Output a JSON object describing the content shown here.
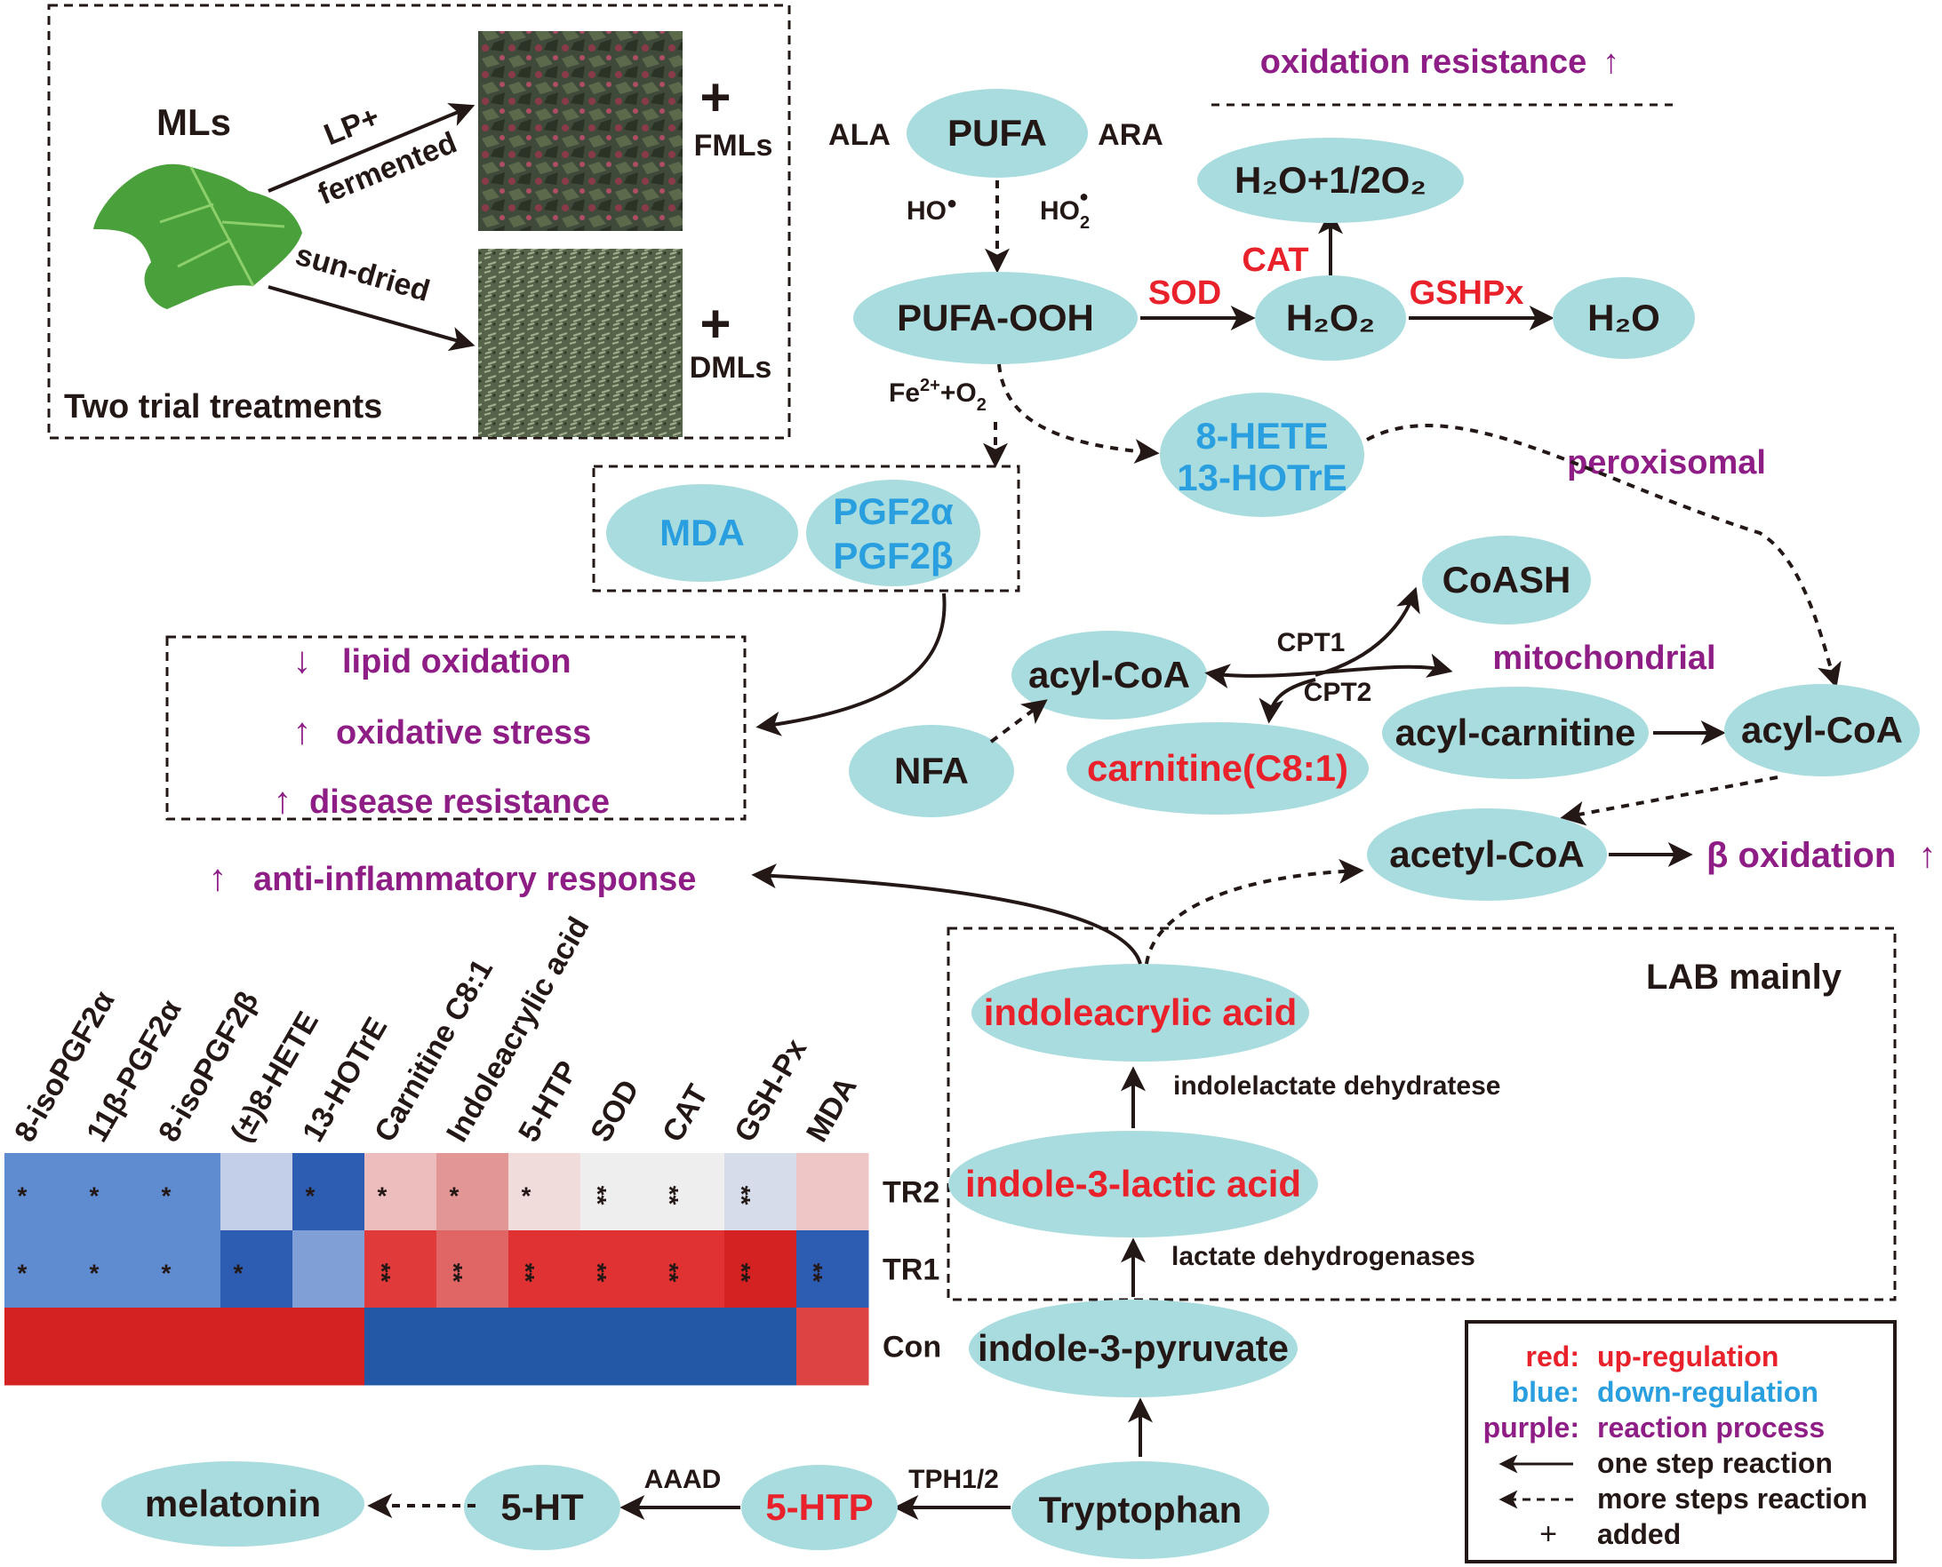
{
  "treatments": {
    "ml_label": "MLs",
    "arrow_top_1": "LP+",
    "arrow_top_2": "fermented",
    "arrow_bottom": "sun-dried",
    "fml_label": "FMLs",
    "dml_label": "DMLs",
    "plus": "+",
    "caption": "Two trial treatments"
  },
  "pufa": {
    "ala": "ALA",
    "ara": "ARA",
    "pufa": "PUFA",
    "ho": "HO",
    "ho2": "HO",
    "ho2_sub": "2",
    "pufa_ooh": "PUFA-OOH",
    "fe_label": "Fe",
    "fe_sup": "2+",
    "fe_plus_o": "+O",
    "o2_sub": "2",
    "sod": "SOD",
    "cat": "CAT",
    "gshpx": "GSHPx",
    "h2o2": "H₂O₂",
    "h2o": "H₂O",
    "h2o_half_o2": "H₂O+1/2O₂",
    "oxidation_resistance": "oxidation resistance",
    "mda": "MDA",
    "pgf2a": "PGF2α",
    "pgf2b": "PGF2β",
    "hete": "8-HETE",
    "hotre": "13-HOTrE",
    "peroxisomal": "peroxisomal"
  },
  "effects": {
    "lipid_oxidation": "lipid oxidation",
    "oxidative_stress": "oxidative stress",
    "disease_resistance": "disease resistance",
    "anti_inflammatory": "anti-inflammatory response"
  },
  "fatty": {
    "coash": "CoASH",
    "cpt1": "CPT1",
    "cpt2": "CPT2",
    "acyl_coa_left": "acyl-CoA",
    "mitochondrial": "mitochondrial",
    "nfa": "NFA",
    "carnitine": "carnitine(C8:1)",
    "acyl_carnitine": "acyl-carnitine",
    "acyl_coa_right": "acyl-CoA",
    "acetyl_coa": "acetyl-CoA",
    "beta_oxidation": "β oxidation"
  },
  "lab": {
    "frame_label": "LAB mainly",
    "indoleacrylic": "indoleacrylic acid",
    "enzyme_1": "indolelactate dehydratese",
    "indole_lactic": "indole-3-lactic acid",
    "enzyme_2": "lactate dehydrogenases",
    "indole_pyruvate": "indole-3-pyruvate"
  },
  "tryptophan": {
    "tryptophan": "Tryptophan",
    "tph": "TPH1/2",
    "htp": "5-HTP",
    "aaad": "AAAD",
    "ht": "5-HT",
    "melatonin": "melatonin"
  },
  "heatmap": {
    "columns": [
      "8-isoPGF2α",
      "11β-PGF2α",
      "8-isoPGF2β",
      "(±)8-HETE",
      "13-HOTrE",
      "Carnitine C8:1",
      "Indoleacrylic acid",
      "5-HTP",
      "SOD",
      "CAT",
      "GSH-Px",
      "MDA"
    ],
    "rows": [
      {
        "label": "TR2",
        "colors": [
          "#5f8bd0",
          "#5f8bd0",
          "#5f8bd0",
          "#c3cfe9",
          "#2c5db3",
          "#edbcbc",
          "#e39696",
          "#f1dcdc",
          "#eeeeee",
          "#eeeeee",
          "#d7dcea",
          "#eec6c6"
        ],
        "marks": [
          "*",
          "*",
          "*",
          "",
          "*",
          "*",
          "*",
          "*",
          "**",
          "**",
          "**",
          ""
        ]
      },
      {
        "label": "TR1",
        "colors": [
          "#5f8bd0",
          "#5f8bd0",
          "#5f8bd0",
          "#2c5db3",
          "#7f9fd6",
          "#e03a3a",
          "#e06666",
          "#e03232",
          "#e03232",
          "#e03232",
          "#d42222",
          "#2c5db3"
        ],
        "marks": [
          "*",
          "*",
          "*",
          "*",
          "",
          "**",
          "**",
          "**",
          "**",
          "**",
          "**",
          "**"
        ]
      },
      {
        "label": "Con",
        "colors": [
          "#d42222",
          "#d42222",
          "#d42222",
          "#d42222",
          "#d42222",
          "#2358a6",
          "#2358a6",
          "#2358a6",
          "#2358a6",
          "#2358a6",
          "#2358a6",
          "#dc4444"
        ],
        "marks": [
          "",
          "",
          "",
          "",
          "",
          "",
          "",
          "",
          "",
          "",
          "",
          ""
        ]
      }
    ]
  },
  "legend": {
    "red_key": "red:",
    "red_val": "up-regulation",
    "blue_key": "blue:",
    "blue_val": "down-regulation",
    "purple_key": "purple:",
    "purple_val": "reaction process",
    "solid_label": "one step reaction",
    "dashed_label": "more steps reaction",
    "plus_symbol": "+",
    "plus_label": "added",
    "colors": {
      "red": "#e8212a",
      "blue": "#2a9fe0",
      "purple": "#8e1e86",
      "node": "#a9dcdf"
    }
  },
  "arrows": {
    "up": "↑",
    "down": "↓"
  }
}
